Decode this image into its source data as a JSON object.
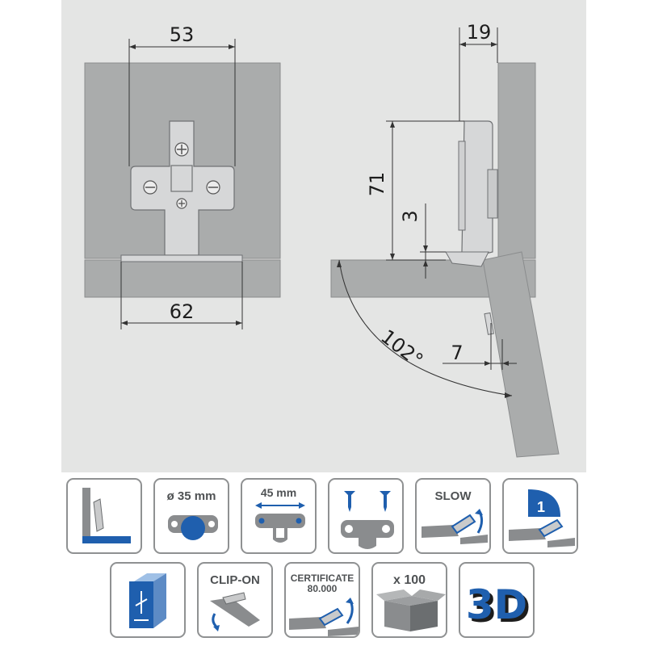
{
  "drawing": {
    "front_view": {
      "dim_top": "53",
      "dim_bottom": "62"
    },
    "side_view": {
      "dim_top": "19",
      "dim_height": "71",
      "dim_offset": "3",
      "dim_gap": "7",
      "dim_angle": "102°"
    }
  },
  "features": {
    "diameter": "ø 35 mm",
    "spacing": "45 mm",
    "soft_close": "SLOW",
    "step": "1",
    "clip_on": "CLIP-ON",
    "certificate_line1": "CERTIFICATE",
    "certificate_line2": "80.000",
    "quantity": "x 100",
    "three_d": "3D"
  },
  "colors": {
    "background": "#e4e5e4",
    "panel": "#aaacac",
    "metal": "#d6d7d8",
    "tile_border": "#8f9192",
    "accent_blue": "#1f5fae",
    "icon_gray": "#6b6e70"
  }
}
